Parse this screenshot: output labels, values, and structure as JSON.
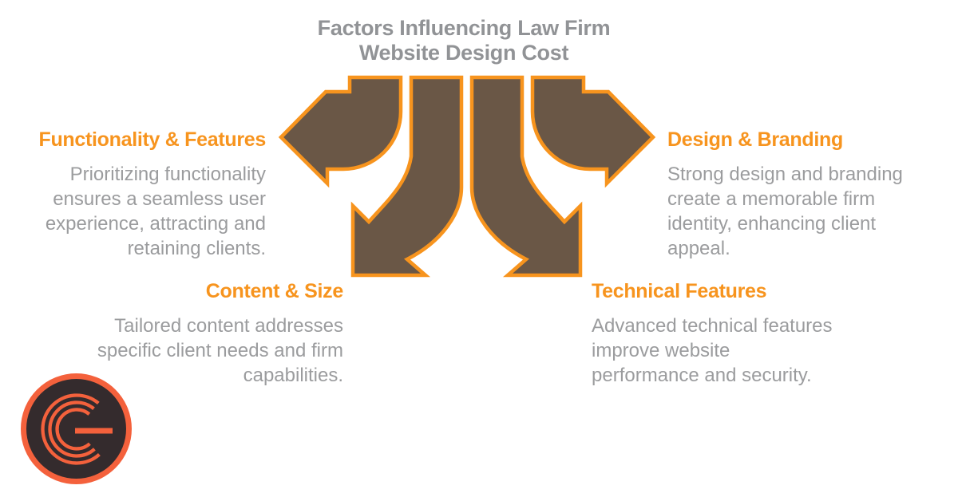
{
  "title": {
    "text": "Factors Influencing Law Firm\nWebsite Design Cost"
  },
  "factors": [
    {
      "id": "functionality-features",
      "heading": "Functionality & Features",
      "body": "Prioritizing functionality\nensures a seamless user\nexperience, attracting and\nretaining clients.",
      "position": "top-left",
      "arrow_direction": "left"
    },
    {
      "id": "design-branding",
      "heading": "Design & Branding",
      "body": "Strong design and branding\ncreate a memorable firm\nidentity, enhancing client\nappeal.",
      "position": "top-right",
      "arrow_direction": "right"
    },
    {
      "id": "content-size",
      "heading": "Content & Size",
      "body": "Tailored content addresses\nspecific client needs and firm\ncapabilities.",
      "position": "bottom-left",
      "arrow_direction": "down-left"
    },
    {
      "id": "technical-features",
      "heading": "Technical Features",
      "body": "Advanced technical features\nimprove website\nperformance and security.",
      "position": "bottom-right",
      "arrow_direction": "down-right"
    }
  ],
  "logo": {
    "letter": "G"
  },
  "icons": [
    "split-arrow-left-icon",
    "split-arrow-down-left-icon",
    "split-arrow-down-right-icon",
    "split-arrow-right-icon",
    "brand-g-icon"
  ],
  "colors": {
    "heading_orange": "#F7941E",
    "body_gray": "#9B9C9E",
    "title_gray": "#919396",
    "arrow_fill": "#6A5746",
    "arrow_stroke": "#F7941E",
    "logo_coral": "#F4613C",
    "logo_bg": "#342B2D",
    "page_bg": "#FFFFFF"
  }
}
